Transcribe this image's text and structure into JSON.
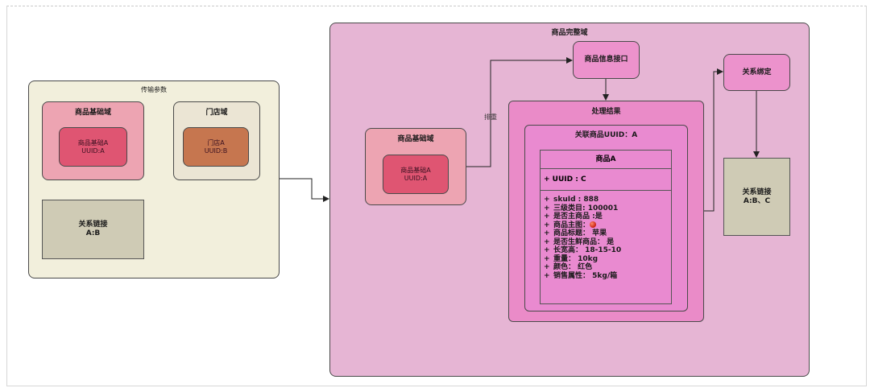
{
  "transfer_params": {
    "title": "传输参数",
    "product_base": {
      "title": "商品基础域",
      "inner_line1": "商品基础A",
      "inner_line2": "UUID:A"
    },
    "store": {
      "title": "门店域",
      "inner_line1": "门店A",
      "inner_line2": "UUID:B"
    },
    "relation": {
      "line1": "关系链接",
      "line2": "A:B"
    }
  },
  "full_domain": {
    "title": "商品完整域",
    "product_base": {
      "title": "商品基础域",
      "inner_line1": "商品基础A",
      "inner_line2": "UUID:A"
    },
    "edge_label": "排重",
    "interface": "商品信息接口",
    "result": {
      "title": "处理结果",
      "linked": {
        "title": "关联商品UUID：A",
        "class_name": "商品A",
        "uuid": "+ UUID : C",
        "attributes": [
          {
            "label": "skuId : 888"
          },
          {
            "label": "三级类目: 100001"
          },
          {
            "label": "是否主商品 :是"
          },
          {
            "label": "商品主图：",
            "icon": "apple-icon"
          },
          {
            "label": "商品标题：  苹果"
          },
          {
            "label": "是否生鲜商品：  是"
          },
          {
            "label": "长宽高：  18-15-10"
          },
          {
            "label": "重量：  10kg"
          },
          {
            "label": "颜色：  红色"
          },
          {
            "label": "销售属性：  5kg/箱"
          }
        ],
        "attr_prefix": "+"
      }
    },
    "binding": "关系绑定",
    "relation": {
      "line1": "关系链接",
      "line2": "A:B、C"
    }
  },
  "colors": {
    "transfer_bg": "#f2efdc",
    "full_bg": "#e6b5d4",
    "product_domain_bg": "#eda4b2",
    "inner_product_bg": "#df5572",
    "store_domain_bg": "#ebe5d4",
    "store_inner_bg": "#c6764f",
    "relation_bg": "#cfcbb5",
    "interface_bg": "#ec92cc",
    "result_bg": "#ea8bc8"
  }
}
